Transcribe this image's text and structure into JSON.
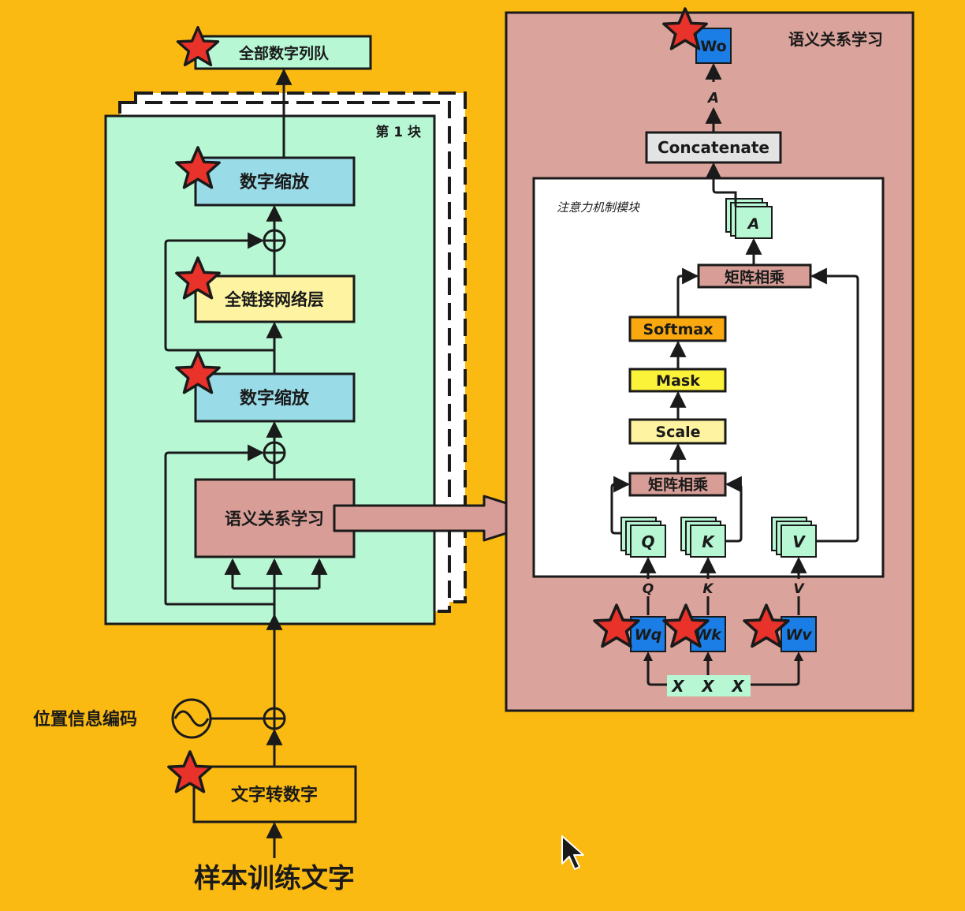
{
  "left": {
    "output_label": "全部数字列队",
    "block_label": "第 1 块",
    "norm_top_label": "数字缩放",
    "ffn_label": "全链接网络层",
    "norm_bottom_label": "数字缩放",
    "attention_label": "语义关系学习",
    "positional_label": "位置信息编码",
    "embedding_label": "文字转数字",
    "input_label": "样本训练文字"
  },
  "right": {
    "panel_title": "语义关系学习",
    "wo_label": "Wo",
    "a_arrow_label": "A",
    "concat_label": "Concatenate",
    "module_label": "注意力机制模块",
    "a_box_label": "A",
    "matmul_top_label": "矩阵相乘",
    "softmax_label": "Softmax",
    "mask_label": "Mask",
    "scale_label": "Scale",
    "matmul_bottom_label": "矩阵相乘",
    "q_box_label": "Q",
    "k_box_label": "K",
    "v_box_label": "V",
    "q_arrow_label": "Q",
    "k_arrow_label": "K",
    "v_arrow_label": "V",
    "wq_label": "Wq",
    "wk_label": "Wk",
    "wv_label": "Wv",
    "x_labels": [
      "X",
      "X",
      "X"
    ]
  },
  "colors": {
    "background": "#fbba12",
    "mint": "#b7f7d4",
    "blue_norm": "#9adbe8",
    "pale_yellow": "#fdf3a0",
    "rose": "#d79d96",
    "panel_rose": "#daa39b",
    "orange": "#f9a80f",
    "yellow": "#fbf23a",
    "weight_blue": "#1b7ee6",
    "star_red": "#e8322a"
  }
}
